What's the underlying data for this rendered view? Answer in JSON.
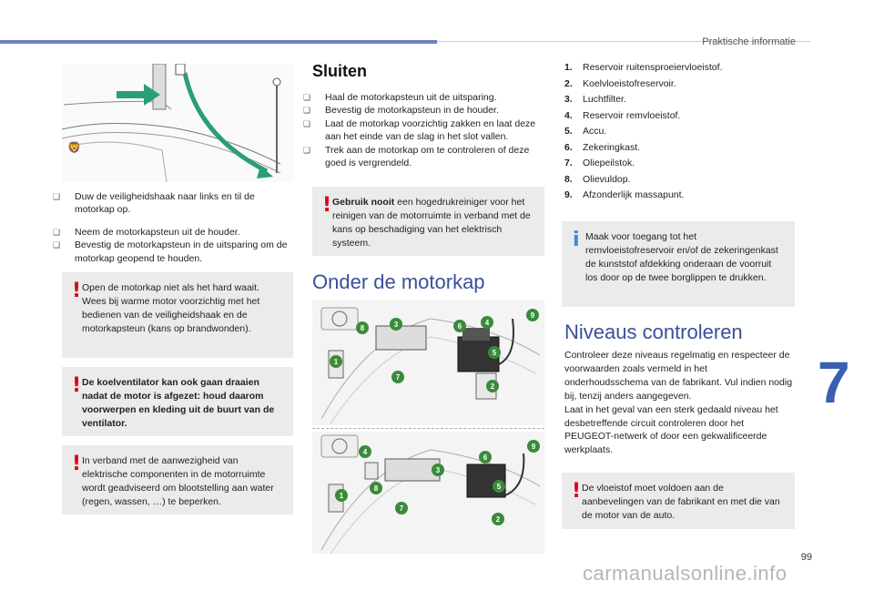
{
  "header": {
    "section": "Praktische informatie"
  },
  "chapter": "7",
  "page_number": "99",
  "watermark": "carmanualsonline.info",
  "left": {
    "steps_a": [
      "Duw de veiligheidshaak naar links en til de motorkap op."
    ],
    "steps_b": [
      "Neem de motorkapsteun uit de houder.",
      "Bevestig de motorkapsteun in de uitsparing om de motorkap geopend te houden."
    ],
    "warning1": "Open de motorkap niet als het hard waait. Wees bij warme motor voorzichtig met het bedienen van de veiligheidshaak en de motorkapsteun (kans op brandwonden).",
    "warning2": "De koelventilator kan ook gaan draaien nadat de motor is afgezet: houd daarom voorwerpen en kleding uit de buurt van de ventilator.",
    "warning3": "In verband met de aanwezigheid van elektrische componenten in de motorruimte wordt geadviseerd om blootstelling aan water (regen, wassen, …) te beperken."
  },
  "middle": {
    "title": "Sluiten",
    "steps": [
      "Haal de motorkapsteun uit de uitsparing.",
      "Bevestig de motorkapsteun in de houder.",
      "Laat de motorkap voorzichtig zakken en laat deze aan het einde van de slag in het slot vallen.",
      "Trek aan de motorkap om te controleren of deze goed is vergrendeld."
    ],
    "warning_bold": "Gebruik nooit",
    "warning_rest": " een hogedrukreiniger voor het reinigen van de motorruimte in verband met de kans op beschadiging van het elektrisch systeem.",
    "section_title": "Onder de motorkap"
  },
  "right": {
    "components": [
      {
        "n": "1.",
        "label": "Reservoir ruitensproeiervloeistof."
      },
      {
        "n": "2.",
        "label": "Koelvloeistofreservoir."
      },
      {
        "n": "3.",
        "label": "Luchtfilter."
      },
      {
        "n": "4.",
        "label": "Reservoir remvloeistof."
      },
      {
        "n": "5.",
        "label": "Accu."
      },
      {
        "n": "6.",
        "label": "Zekeringkast."
      },
      {
        "n": "7.",
        "label": "Oliepeilstok."
      },
      {
        "n": "8.",
        "label": "Olievuldop."
      },
      {
        "n": "9.",
        "label": "Afzonderlijk massapunt."
      }
    ],
    "info": "Maak voor toegang tot het remvloeistofreservoir en/of de zekeringenkast de kunststof afdekking onderaan de voorruit los door op de twee borglippen te drukken.",
    "section_title": "Niveaus controleren",
    "para1": "Controleer deze niveaus regelmatig en respecteer de voorwaarden zoals vermeld in het onderhoudsschema van de fabrikant. Vul indien nodig bij, tenzij anders aangegeven.",
    "para2": "Laat in het geval van een sterk gedaald niveau het desbetreffende circuit controleren door het PEUGEOT-netwerk of door een gekwalificeerde werkplaats.",
    "warning": "De vloeistof moet voldoen aan de aanbevelingen van de fabrikant en met die van de motor van de auto."
  },
  "callouts_top": [
    "8",
    "3",
    "6",
    "4",
    "9",
    "5",
    "1",
    "7",
    "2"
  ],
  "callouts_bottom": [
    "4",
    "3",
    "6",
    "9",
    "5",
    "8",
    "1",
    "7",
    "2"
  ]
}
